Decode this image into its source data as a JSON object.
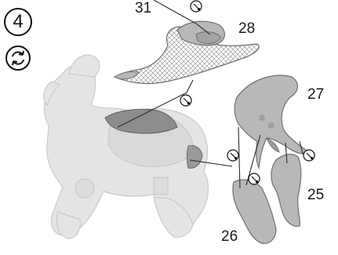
{
  "step": {
    "number": "4"
  },
  "icons": {
    "rotate": "rotate-model-icon",
    "glue": "glue-drop-icon"
  },
  "parts": [
    {
      "id": "p31",
      "label": "31"
    },
    {
      "id": "p28",
      "label": "28"
    },
    {
      "id": "p27",
      "label": "27"
    },
    {
      "id": "p25",
      "label": "25"
    },
    {
      "id": "p26",
      "label": "26"
    }
  ],
  "colors": {
    "model_fill": "#e4e4e4",
    "model_stroke": "#c9c9c9",
    "part_fill": "#b8b8b8",
    "part_stroke": "#6f6f6f",
    "line": "#2a2a2a"
  }
}
